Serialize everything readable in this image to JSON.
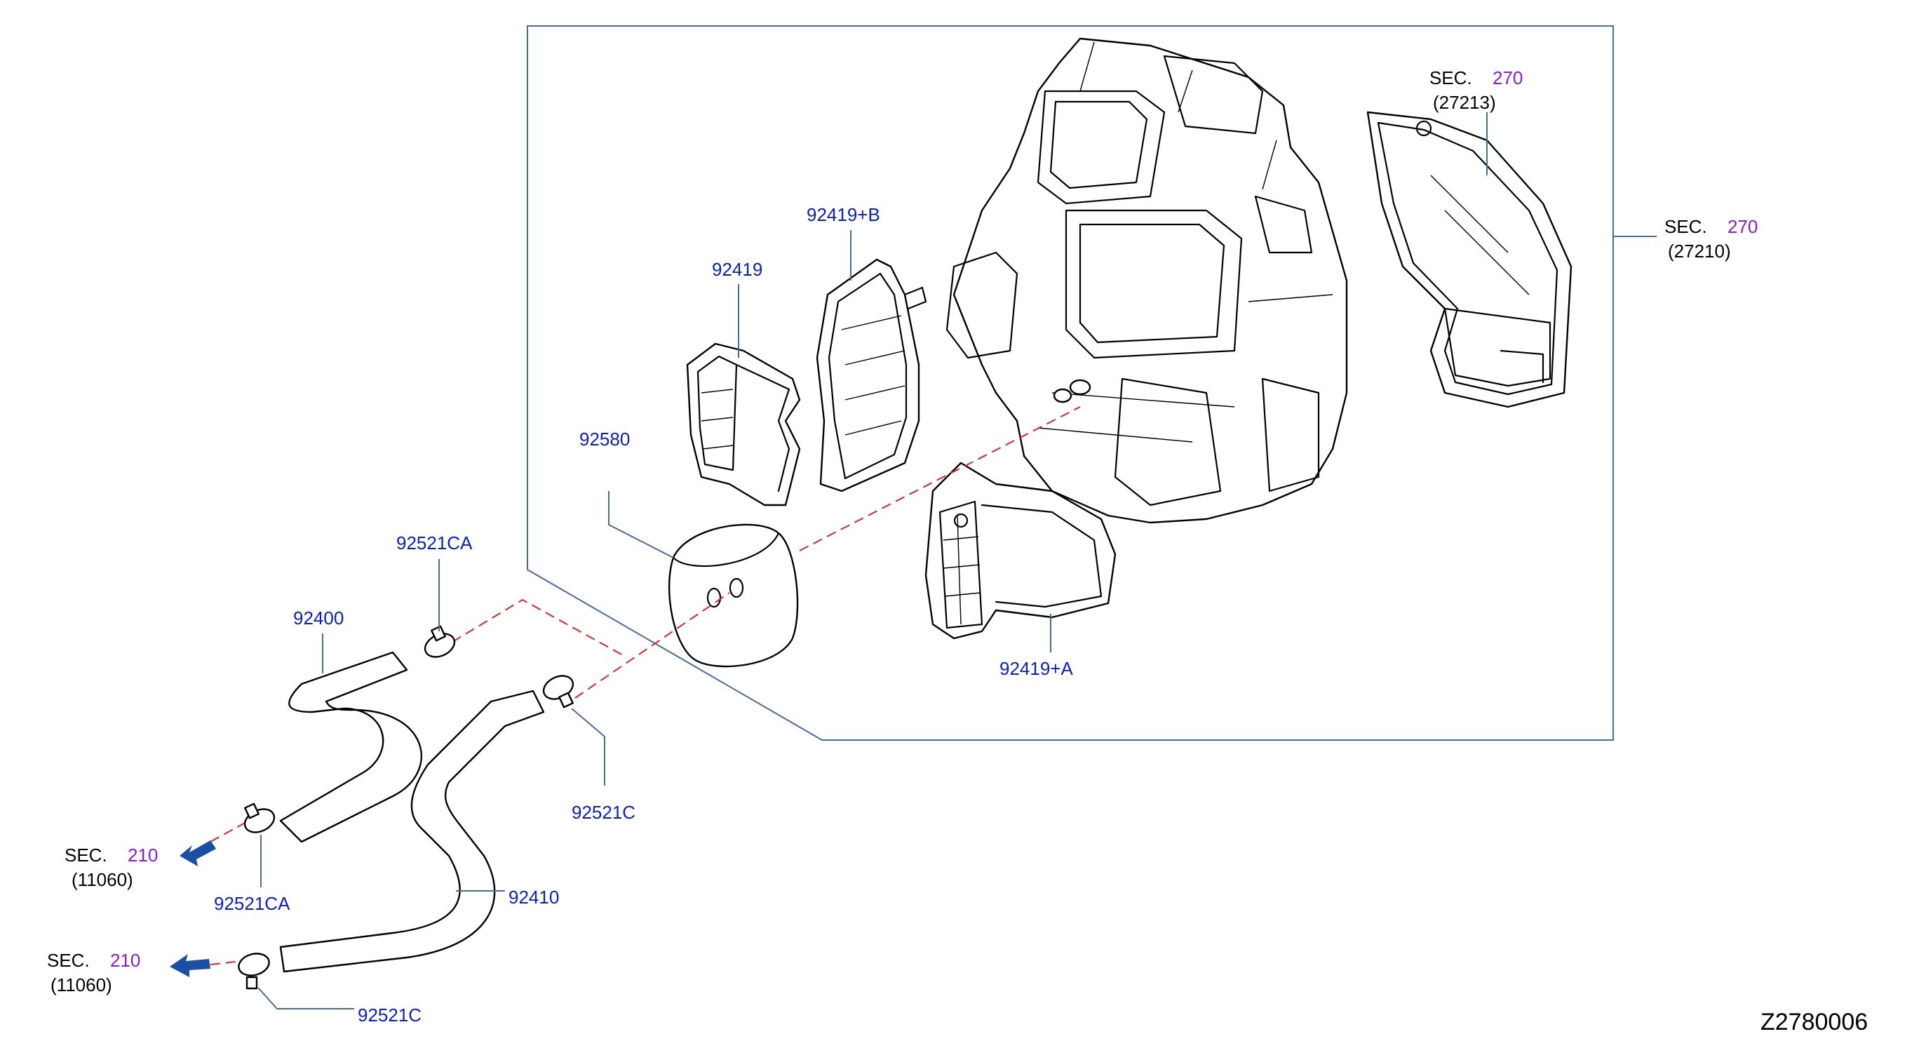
{
  "diagram": {
    "ref_code": "Z2780006",
    "parts": {
      "p92419b": "92419+B",
      "p92419": "92419",
      "p92580": "92580",
      "p92521ca_top": "92521CA",
      "p92400": "92400",
      "p92521c_mid": "92521C",
      "p92521ca_bot": "92521CA",
      "p92410": "92410",
      "p92521c_bot": "92521C",
      "p92419a": "92419+A"
    },
    "sections": {
      "sec270_top": {
        "prefix": "SEC.",
        "num": "270",
        "sub": "(27213)"
      },
      "sec270_right": {
        "prefix": "SEC.",
        "num": "270",
        "sub": "(27210)"
      },
      "sec210_upper": {
        "prefix": "SEC.",
        "num": "210",
        "sub": "(11060)"
      },
      "sec210_lower": {
        "prefix": "SEC.",
        "num": "210",
        "sub": "(11060)"
      }
    },
    "colors": {
      "part_label": "#0a1fc8",
      "section_number": "#8a1ed1",
      "leader": "#4a6aa0",
      "dashed_line": "#e02424",
      "arrow": "#1a4fa3"
    }
  }
}
